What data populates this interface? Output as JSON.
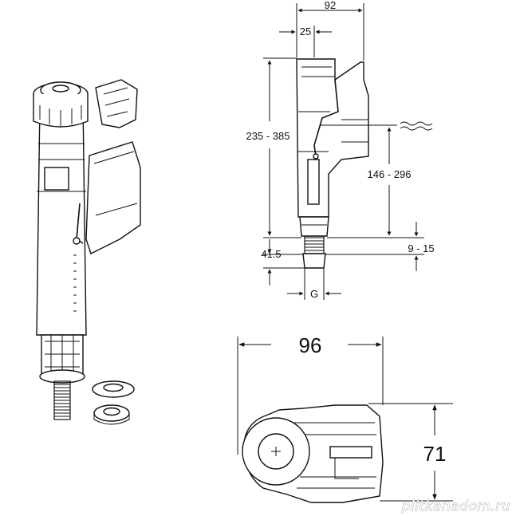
{
  "dimensions": {
    "top_width": "92",
    "top_offset": "25",
    "total_height": "235 - 385",
    "water_level": "146 - 296",
    "thread_length": "9 - 15",
    "base_height": "41.5",
    "connector": "G",
    "plan_width": "96",
    "plan_depth": "71"
  },
  "watermark": "plitkanadom.ru"
}
